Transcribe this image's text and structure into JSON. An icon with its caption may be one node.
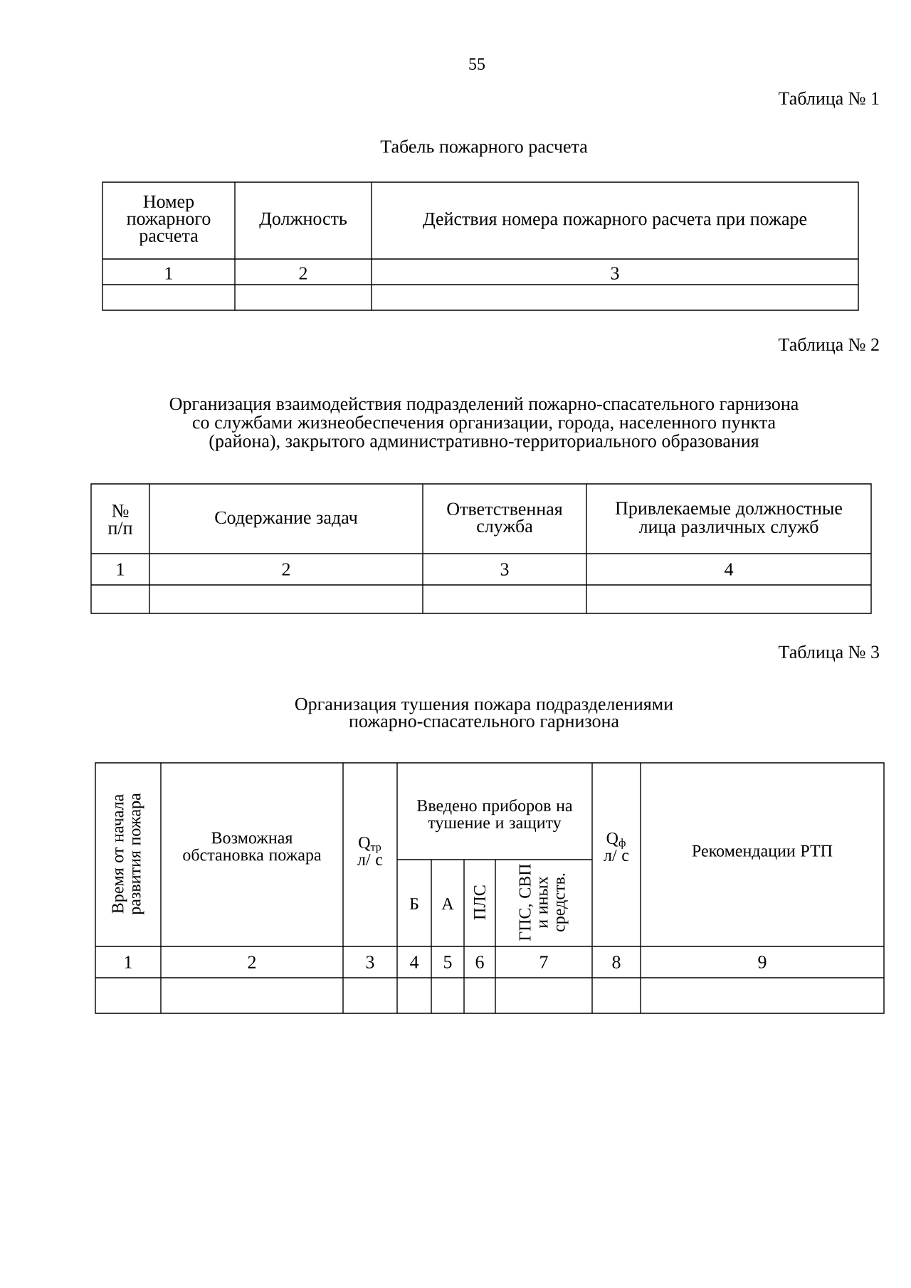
{
  "diagram": {
    "labels": [
      "55",
      "Таблица № 1",
      "Табель пожарного расчета",
      "Номер пожарного расчета",
      "Должность",
      "Действия номера пожарного расчета при пожаре",
      "1",
      "2",
      "3",
      "Таблица № 2",
      "Организация взаимодействия подразделений пожарно-спасательного гарнизона со службами жизнеобеспечения организации, города, населенного пункта (района), закрытого административно-территориального образования",
      "№ п/п",
      "Содержание задач",
      "Ответственная служба",
      "Привлекаемые должностные лица различных служб",
      "1",
      "2",
      "3",
      "4",
      "Таблица № 3",
      "Организация тушения пожара подразделениями пожарно-спасательного гарнизона",
      "Время от начала развития пожара",
      "Возможная обстановка пожара",
      "Q$_{тр}$ л/ с",
      "Введено приборов на тушение и защиту",
      "Q$_{ф}$ л/ с",
      "Рекомендации РТП",
      "Б",
      "А",
      "ПЛС",
      "ГПС, СВП и иных средств.",
      "1",
      "2",
      "3",
      "4",
      "5",
      "6",
      "7",
      "8",
      "9"
    ]
  }
}
